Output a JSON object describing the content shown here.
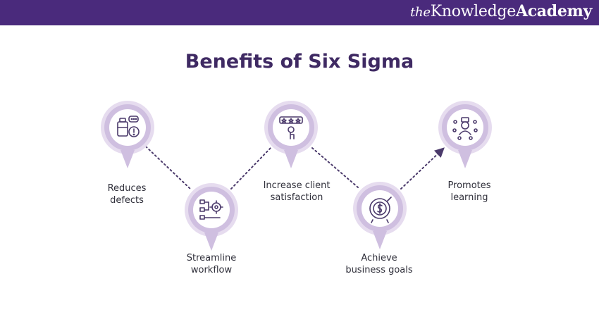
{
  "header": {
    "brand_the": "the",
    "brand_knowledge": "Knowledge",
    "brand_academy": "Academy"
  },
  "title": "Benefits of Six Sigma",
  "benefits": [
    {
      "line1": "Reduces",
      "line2": "defects",
      "icon": "product-defect-icon"
    },
    {
      "line1": "Streamline",
      "line2": "workflow",
      "icon": "workflow-gear-icon"
    },
    {
      "line1": "Increase client",
      "line2": "satisfaction",
      "icon": "rating-tap-icon"
    },
    {
      "line1": "Achieve",
      "line2": "business goals",
      "icon": "target-dollar-icon"
    },
    {
      "line1": "Promotes",
      "line2": "learning",
      "icon": "learning-network-icon"
    }
  ],
  "colors": {
    "header_bg": "#4a2a7c",
    "title": "#3f2a63",
    "pin_outer": "#cfbfe0",
    "pin_inner": "#ffffff",
    "icon_stroke": "#4b3a6b",
    "connector": "#4b3a6b"
  }
}
